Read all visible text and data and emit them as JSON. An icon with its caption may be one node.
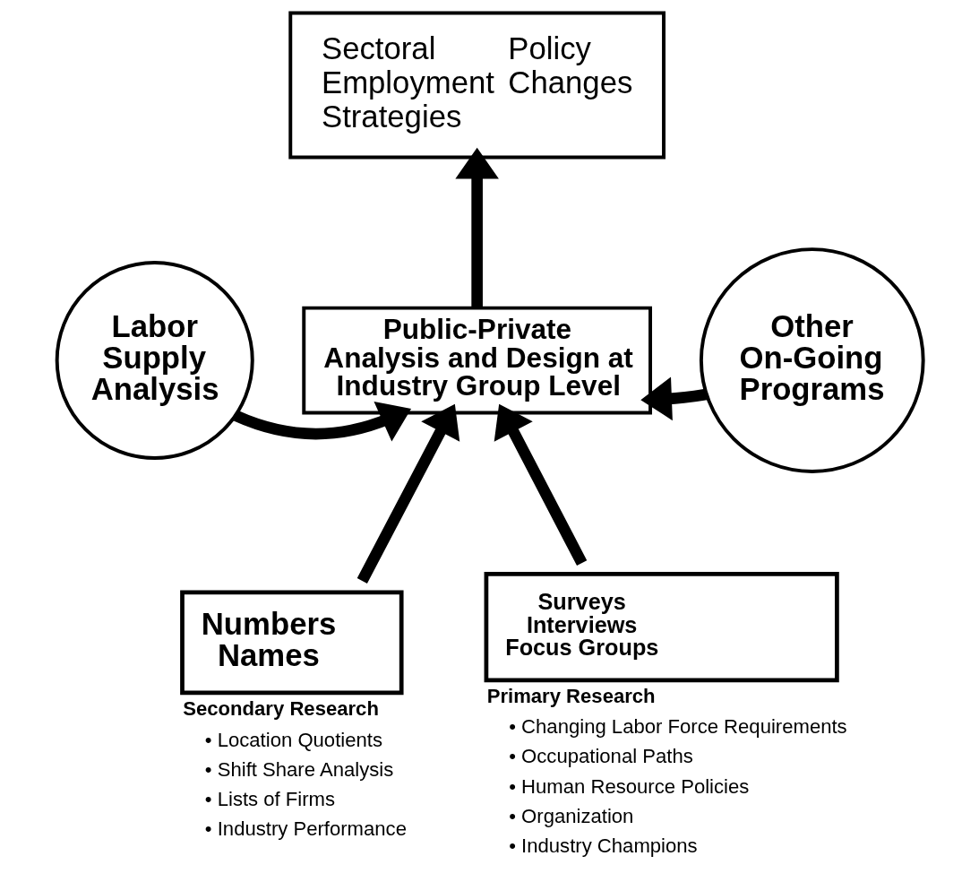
{
  "diagram": {
    "nodes": [
      {
        "text": [
          "Sectoral Employment Strategies",
          "Policy Changes"
        ]
      },
      {
        "text": [
          "Public-Private Analysis and Design at Industry Group Level"
        ]
      },
      {
        "text": [
          "Labor Supply Analysis"
        ]
      },
      {
        "text": [
          "Other On-Going Programs"
        ]
      },
      {
        "text": [
          "Numbers",
          "Names"
        ],
        "beside": [
          "Secondary Research",
          "• Location Quotients",
          "• Shift Share Analysis",
          "• Lists of Firms",
          "• Industry Performance"
        ]
      },
      {
        "text": [
          "Surveys",
          "Interviews",
          "Focus Groups"
        ],
        "beside": [
          "Primary Research",
          "• Changing Labor Force Requirements",
          "• Occupational Paths",
          "• Human Resource Policies",
          "• Organization",
          "• Industry Champions"
        ]
      }
    ],
    "edges": [
      {
        "from": 1,
        "to": 0,
        "arrow": "to"
      },
      {
        "from": 2,
        "to": 1,
        "arrow": "to"
      },
      {
        "from": 3,
        "to": 1,
        "arrow": "to"
      },
      {
        "from": 4,
        "to": 1,
        "arrow": "to"
      },
      {
        "from": 5,
        "to": 1,
        "arrow": "to"
      }
    ]
  }
}
